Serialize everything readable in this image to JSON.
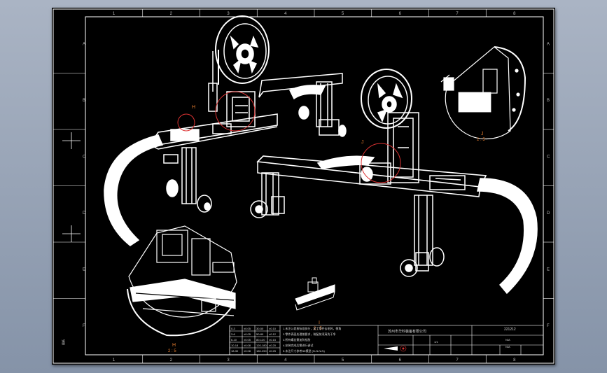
{
  "drawing": {
    "zones_top": [
      "1",
      "2",
      "3",
      "4",
      "5",
      "6",
      "7",
      "8"
    ],
    "zones_side": [
      "A",
      "B",
      "C",
      "D",
      "E",
      "F"
    ],
    "detail_views": [
      {
        "letter": "H",
        "scale": "2 : 5"
      },
      {
        "letter": "I",
        "scale": "2 : 5"
      },
      {
        "letter": "J",
        "scale": "2 : 5"
      }
    ],
    "detail_markers": [
      "H",
      "J"
    ]
  },
  "title_block": {
    "company": "苏州市华科装备有限公司",
    "drawing_number": "221212",
    "material": "N/A",
    "finish": "N/A",
    "small_label": "1/1",
    "side_stamp": "图纸"
  },
  "tolerance_table": [
    [
      "0-3",
      "±0.05",
      "30-50",
      "±0.10"
    ],
    [
      "3-6",
      "±0.05",
      "50-80",
      "±0.12"
    ],
    [
      "6-10",
      "±0.05",
      "80-120",
      "±0.15"
    ],
    [
      "10-18",
      "±0.08",
      "120-180",
      "±0.20"
    ],
    [
      "18-30",
      "±0.08",
      "180-250",
      "±0.25"
    ]
  ],
  "notes": [
    "1.未注公差按标准执行，加工零件去毛刺，倒角",
    "2.零件表面处理按要求，装配前须清洗干净",
    "3.所有螺丝需加防松胶",
    "4.安装完成后需进行调试",
    "5.未注尺寸参考3D模型 (N-N-N-N)"
  ],
  "colors": {
    "sheet": "#000000",
    "line": "#ffffff",
    "accent": "#e07a2e",
    "marker": "#d33"
  }
}
